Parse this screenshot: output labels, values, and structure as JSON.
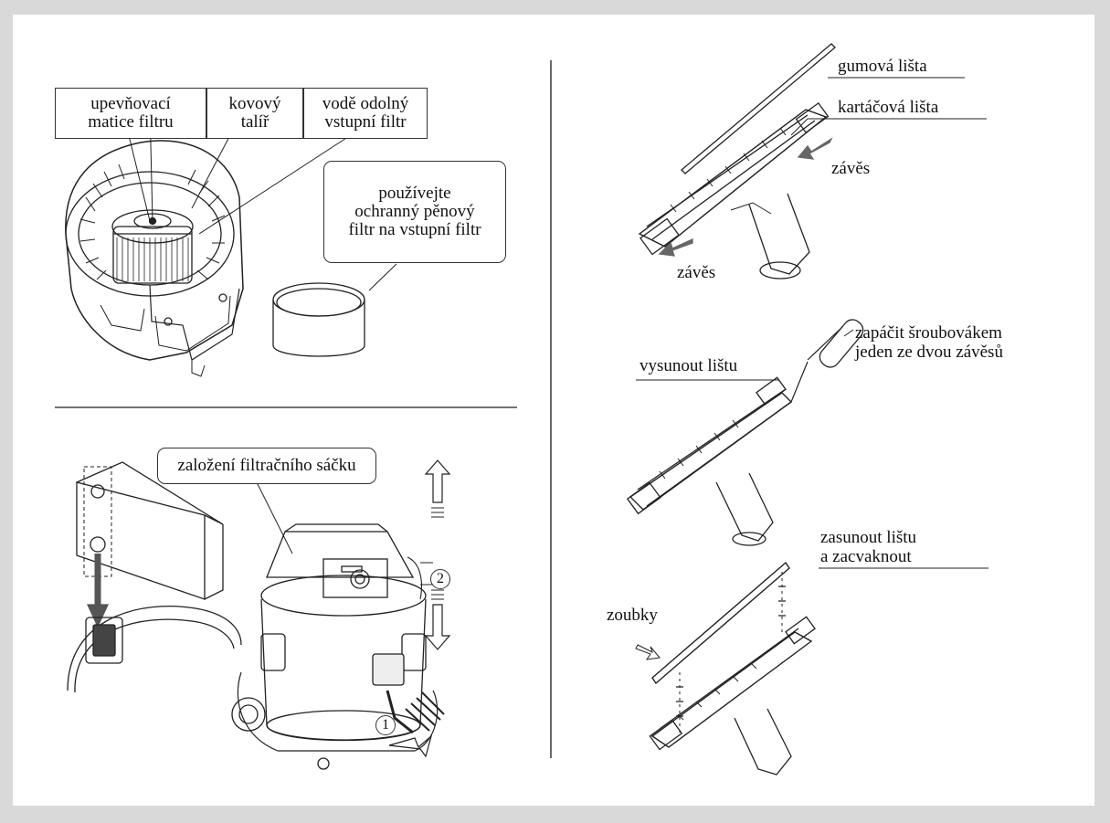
{
  "filter_section": {
    "label_nut": "upevňovací\nmatice filtru",
    "label_plate": "kovový\ntalíř",
    "label_inlet_filter": "vodě odolný\nvstupní filtr",
    "label_foam_filter": "používejte\nochranný pěnový\nfiltr na vstupní filtr"
  },
  "bag_section": {
    "label_bag": "založení filtračního sáčku",
    "step_1": "1",
    "step_2": "2"
  },
  "brush_section": {
    "label_rubber_strip": "gumová lišta",
    "label_brush_strip": "kartáčová lišta",
    "label_hinge_top": "závěs",
    "label_hinge_bottom": "závěs"
  },
  "remove_section": {
    "label_slide_out": "vysunout lištu",
    "label_screwdriver": "zapáčit šroubovákem\njeden ze dvou závěsů"
  },
  "insert_section": {
    "label_insert": "zasunout lištu\na zacvaknout",
    "label_teeth": "zoubky"
  }
}
